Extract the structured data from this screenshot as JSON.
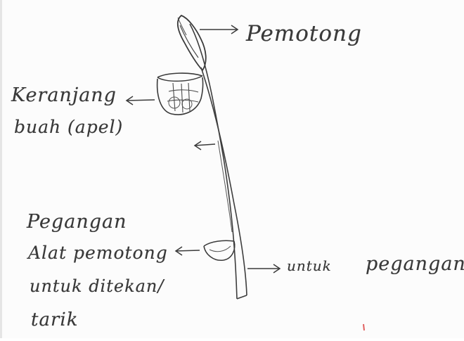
{
  "labels": {
    "cutter": "Pemotong",
    "basket_line1": "Keranjang",
    "basket_line2": "buah (apel)",
    "lever_line1": "Pegangan",
    "lever_line2": "Alat pemotong",
    "lever_line3": "untuk ditekan/",
    "lever_line4": "tarik",
    "handle_line1": "untuk",
    "handle_line2": "pegangan"
  },
  "colors": {
    "ink": "#3a3a3a",
    "paper": "#fcfcfc",
    "red_mark": "#e06060"
  }
}
